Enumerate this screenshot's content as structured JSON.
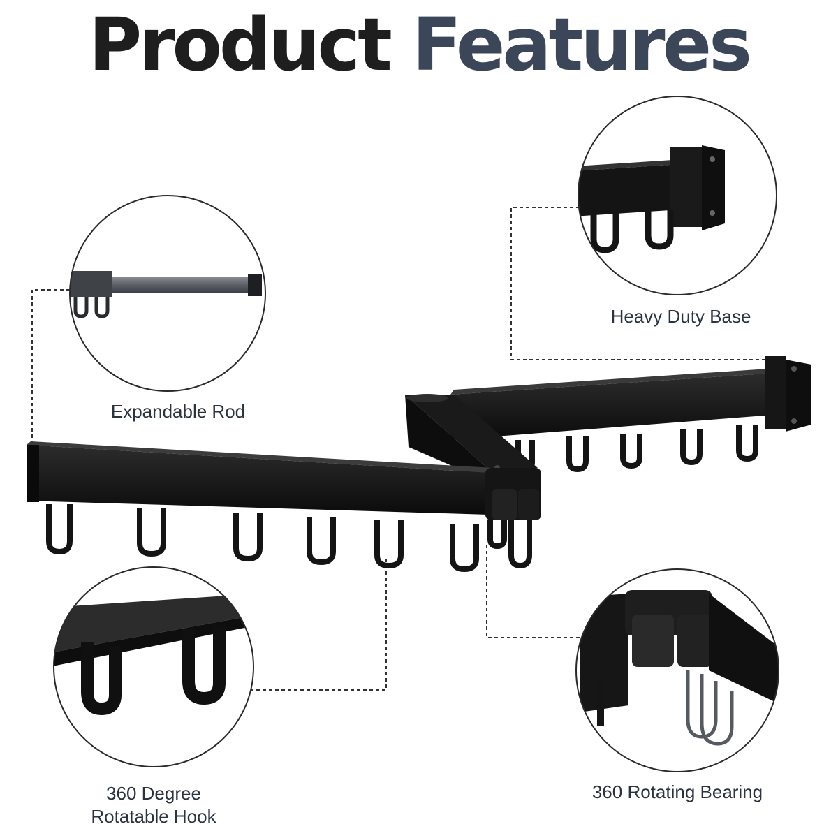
{
  "title": {
    "word1": "Product",
    "word2": "Features"
  },
  "features": {
    "expandable_rod": "Expandable Rod",
    "heavy_duty_base": "Heavy Duty Base",
    "hook_line1": "360 Degree",
    "hook_line2": "Rotatable Hook",
    "rotating_bearing": "360 Rotating Bearing"
  },
  "colors": {
    "title_dark": "#1e1e1e",
    "title_accent": "#3b4658",
    "product": "#111111"
  }
}
